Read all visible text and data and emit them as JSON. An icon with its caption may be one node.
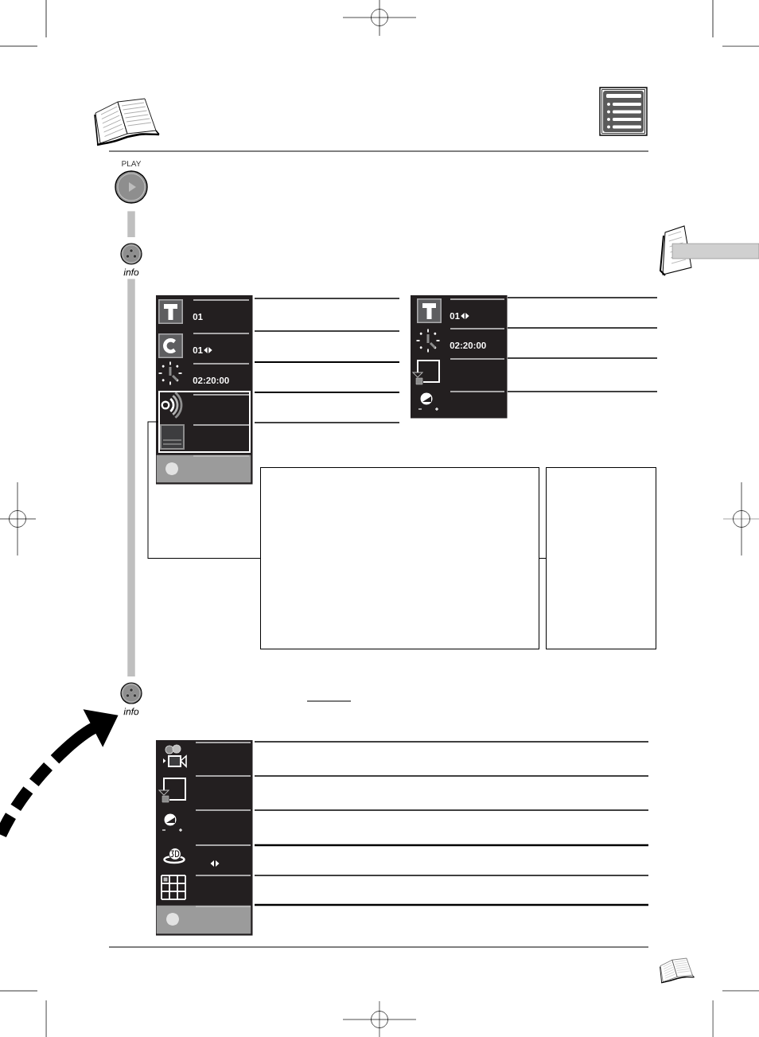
{
  "diagram": {
    "nodes": [
      {
        "text": [
          "PLAY"
        ]
      },
      {
        "text": [
          "info"
        ]
      },
      {
        "text": [
          "01",
          "01",
          "02:20:00"
        ]
      },
      {
        "text": [],
        "shape": "box",
        "in": 2
      },
      {
        "text": [
          "01",
          "02:20:00"
        ]
      },
      {
        "text": [],
        "shape": "box"
      },
      {
        "text": [],
        "shape": "box"
      },
      {
        "text": [
          "info"
        ]
      },
      {
        "text": [],
        "shape": "box"
      }
    ],
    "edges": [
      {
        "from": 3,
        "to": 5,
        "arrow": "none"
      },
      {
        "from": 5,
        "to": 6,
        "arrow": "none"
      },
      {
        "from": 0,
        "to": 1,
        "arrow": "none",
        "color": "#bfbfbf"
      },
      {
        "from": 1,
        "to": 7,
        "arrow": "none",
        "color": "#bfbfbf"
      },
      {
        "from": null,
        "to": 7,
        "arrow": "to",
        "style": "dashed"
      }
    ]
  }
}
